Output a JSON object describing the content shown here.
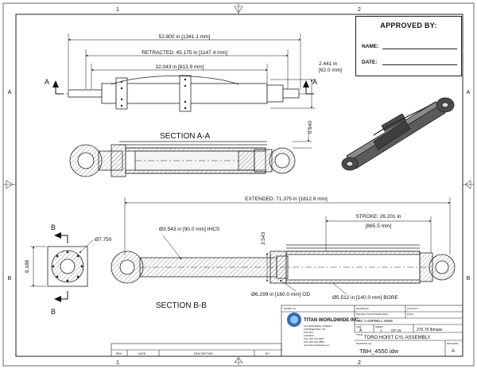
{
  "sheet": {
    "zone_cols": [
      "1",
      "2"
    ],
    "zone_rows": [
      "A",
      "B"
    ]
  },
  "approval": {
    "title": "APPROVED BY:",
    "name_label": "NAME:",
    "date_label": "DATE:"
  },
  "dims": {
    "overall": "52.800 in [1341.1 mm]",
    "retracted": "RETRACTED: 45.175 in [1147.4 mm]",
    "pin_to_trunnion": "32.043 in [813.9 mm]",
    "height_a": "2.441 in",
    "height_a_mm": "[62.0 mm]",
    "offset": "0.640",
    "extended": "EXTENDED: 71.375 in [1812.9 mm]",
    "stroke": "STROKE:  26.201 in",
    "stroke_mm": "[865.5 mm]",
    "rod_dia": "Ø3.543 in [90.0 mm] IHCS",
    "rod_end_width": "3.543",
    "end_height": "9.188",
    "pin_dia": "Ø7.750",
    "od": "Ø6.299 in [160.0 mm] OD",
    "bore": "Ø5.512 in [140.0 mm] BORE"
  },
  "sections": {
    "aa_title": "SECTION  A-A",
    "bb_title": "SECTION  B-B",
    "cut_a": "A",
    "cut_b": "B"
  },
  "title_block": {
    "company": "TITAN WORLDWIDE INC.",
    "project_label": "PROJECT/CUSTOMER INFO:",
    "customer": "OC CAMPBELL MINE",
    "drawing_title": "TORO HOIST CYL ASSEMBLY",
    "drawing_number": "TBH_4550.idw",
    "weight": "276.76 lbmass",
    "size_value": "A",
    "sheet_value": "1",
    "of_value": "OF 15",
    "revision": "A",
    "rev_col_rev": "REV",
    "rev_col_date": "DATE",
    "rev_col_desc": "DESCRIPTION",
    "rev_col_by": "BY",
    "address_1": "701 MONTREAL STREET",
    "address_2": "THUNDER BAY, ON",
    "address_3": "P7E 3P3",
    "address_4": "CANADA",
    "phone": "TEL: 807.473.3597",
    "fax": "FAX: 807.623.3855",
    "web": "www.titanworldwide.com",
    "lbl_model": "MODEL No.",
    "lbl_drawn": "DRAWN BY:",
    "lbl_capacity": "CAPACITY:",
    "lbl_date": "DATE:",
    "lbl_size": "SIZE:",
    "lbl_sheet": "SHEET:",
    "lbl_title": "TITLE:",
    "lbl_drawing_no": "DRAWING No.",
    "lbl_revision": "REVISION:"
  }
}
